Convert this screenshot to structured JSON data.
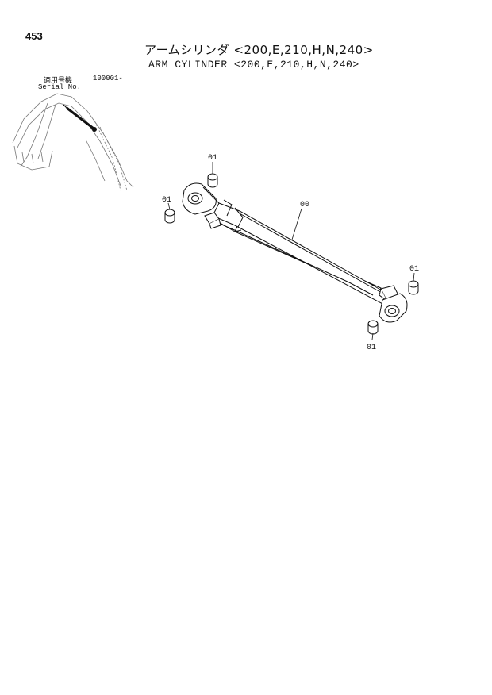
{
  "page": {
    "number": "453",
    "title_jp": "アームシリンダ <200,E,210,H,N,240>",
    "title_en": "ARM CYLINDER <200,E,210,H,N,240>"
  },
  "serial": {
    "label_jp": "適用号機",
    "range": "100001-",
    "label_en": "Serial No."
  },
  "callouts": {
    "cylinder": "00",
    "pin_top": "01",
    "pin_left": "01",
    "pin_right": "01",
    "pin_bottom": "01"
  }
}
